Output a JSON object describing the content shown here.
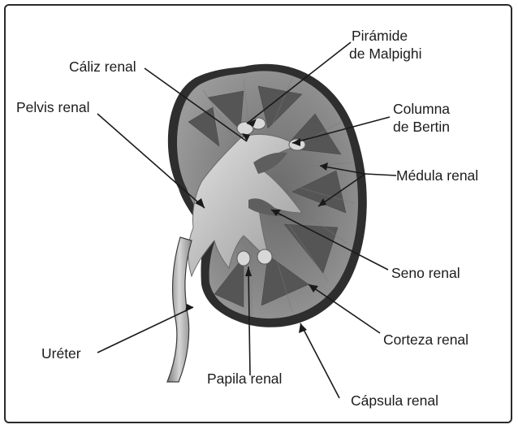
{
  "diagram": {
    "labels": {
      "piramide_l1": "Pirámide",
      "piramide_l2": "de Malpighi",
      "caliz": "Cáliz renal",
      "pelvis": "Pelvis renal",
      "columna_l1": "Columna",
      "columna_l2": "de Bertin",
      "medula": "Médula renal",
      "seno": "Seno renal",
      "ureter": "Uréter",
      "corteza": "Corteza renal",
      "papila": "Papila renal",
      "capsula": "Cápsula renal"
    },
    "colors": {
      "capsule": "#3a3a3a",
      "cortex": "#8c8c8c",
      "medulla": "#5c5c5c",
      "pelvis": "#c8c8c8",
      "line": "#1a1a1a"
    }
  }
}
